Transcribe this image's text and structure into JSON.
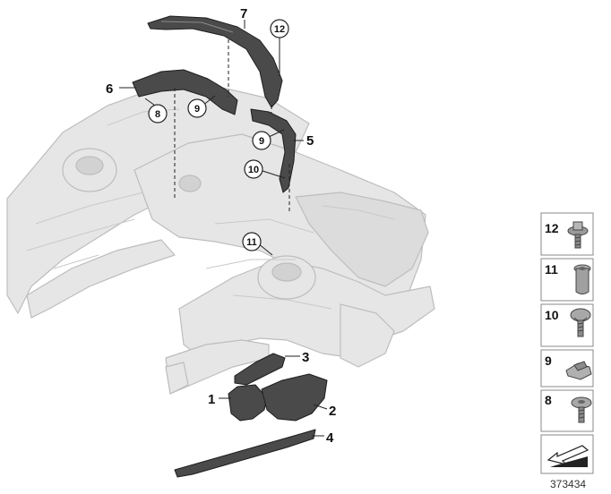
{
  "callouts": {
    "c1": "1",
    "c2": "2",
    "c3": "3",
    "c4": "4",
    "c5": "5",
    "c6": "6",
    "c7": "7"
  },
  "circled": {
    "c8": "8",
    "c9a": "9",
    "c9b": "9",
    "c10": "10",
    "c11": "11",
    "c12": "12"
  },
  "legend": {
    "items": [
      {
        "num": "12",
        "icon": "flange-bolt-icon"
      },
      {
        "num": "11",
        "icon": "rivet-nut-icon"
      },
      {
        "num": "10",
        "icon": "collar-screw-icon"
      },
      {
        "num": "9",
        "icon": "clip-nut-icon"
      },
      {
        "num": "8",
        "icon": "torx-screw-icon"
      }
    ],
    "arrow_icon": "reference-arrow-icon"
  },
  "ref_number": "373434",
  "colors": {
    "body_fill": "#e6e6e6",
    "body_stroke": "#bdbdbd",
    "part_fill": "#4a4a4a",
    "part_stroke": "#1e1e1e",
    "legend_border": "#888888"
  }
}
